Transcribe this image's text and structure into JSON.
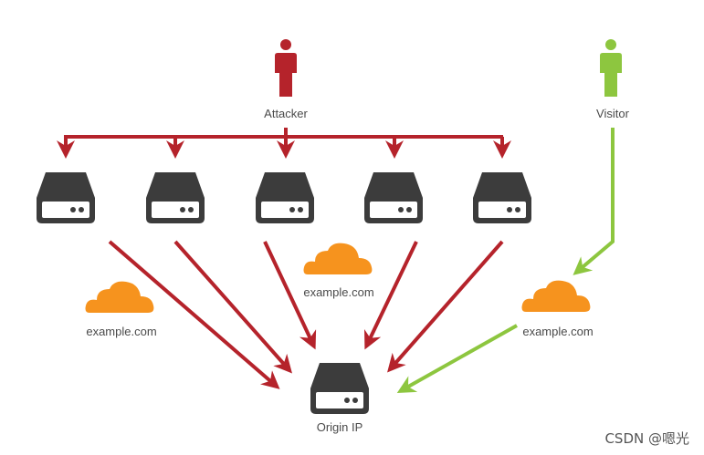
{
  "labels": {
    "attacker": "Attacker",
    "visitor": "Visitor",
    "cloud_left": "example.com",
    "cloud_middle": "example.com",
    "cloud_right": "example.com",
    "origin": "Origin IP"
  },
  "watermark": "CSDN @嗯光",
  "colors": {
    "attack_arrow": "#b5232b",
    "visitor_arrow": "#8dc63f",
    "attacker_icon": "#b5232b",
    "visitor_icon": "#8dc63f",
    "server_body": "#3c3c3c",
    "cloud": "#f6931e",
    "label_text": "#4a4a4a"
  },
  "icons": {
    "attacker": "person-icon",
    "visitor": "person-icon",
    "bots": "server-icon",
    "clouds": "cloud-icon",
    "origin": "server-icon"
  },
  "nodes": {
    "bots_count": 5
  }
}
